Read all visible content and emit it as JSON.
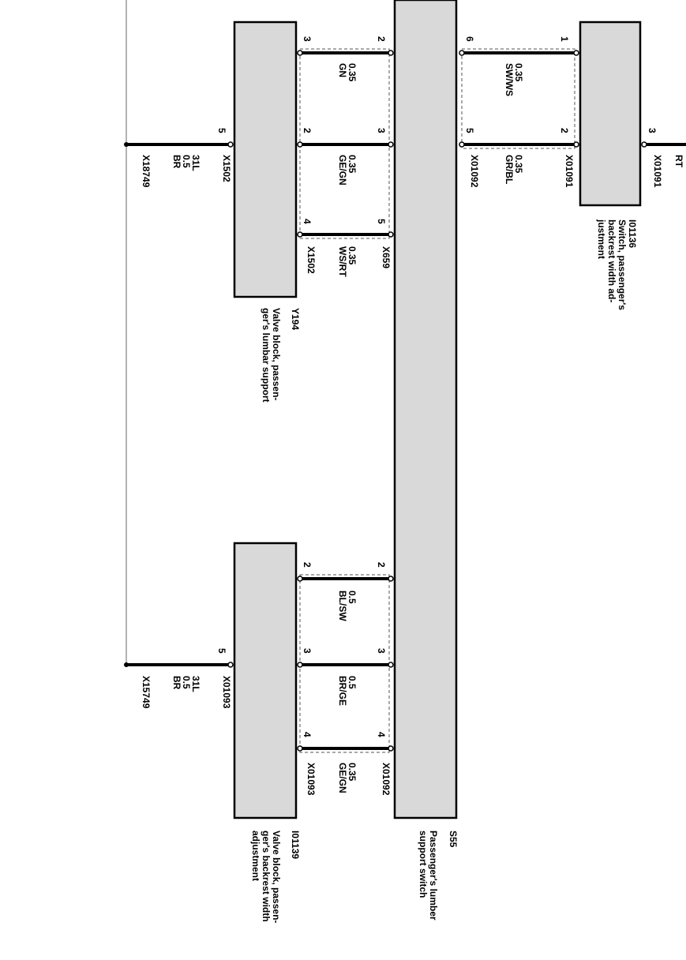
{
  "components": {
    "s55": {
      "id": "S55",
      "name_lines": [
        "Passenger's lumber",
        "support switch"
      ]
    },
    "i01136": {
      "id": "I01136",
      "name_lines": [
        "Switch, passenger's",
        "backrest width ad-",
        "justment"
      ]
    },
    "y194": {
      "id": "Y194",
      "name_lines": [
        "Valve block, passen-",
        "ger's lumbar support"
      ]
    },
    "i01139": {
      "id": "I01139",
      "name_lines": [
        "Valve block, passen-",
        "ger's backrest width",
        "adjustment"
      ]
    }
  },
  "top_wires": {
    "sw_ws": {
      "pin_a": "1",
      "pin_b": "6",
      "spec": "0.35",
      "color": "SW/WS"
    },
    "gr_bl": {
      "pin_a": "2",
      "pin_b": "5",
      "spec": "0.35",
      "color": "GR/BL",
      "conn_a": "X01091",
      "conn_b": "X01092"
    },
    "rt": {
      "pin": "3",
      "color": "RT",
      "conn": "X01091"
    },
    "gn": {
      "pin_a": "2",
      "pin_b": "3",
      "spec": "0.35",
      "color": "GN"
    },
    "ge_gn": {
      "pin_a": "3",
      "pin_b": "2",
      "spec": "0.35",
      "color": "GE/GN"
    },
    "ws_rt": {
      "pin_a": "5",
      "pin_b": "4",
      "spec": "0.35",
      "color": "WS/RT",
      "conn_a": "X659",
      "conn_b": "X1502"
    },
    "gnd1": {
      "pin": "5",
      "conn": "X1502",
      "label": "31L",
      "spec": "0.5",
      "color": "BR",
      "splice": "X18749"
    }
  },
  "bottom_wires": {
    "bl_sw": {
      "pin_a": "2",
      "pin_b": "2",
      "spec": "0.5",
      "color": "BL/SW"
    },
    "br_ge": {
      "pin_a": "3",
      "pin_b": "3",
      "spec": "0.5",
      "color": "BR/GE"
    },
    "ge_gn": {
      "pin_a": "4",
      "pin_b": "4",
      "spec": "0.35",
      "color": "GE/GN",
      "conn_a": "X01092",
      "conn_b": "X01093"
    },
    "gnd2": {
      "pin": "5",
      "conn": "X01093",
      "label": "31L",
      "spec": "0.5",
      "color": "BR",
      "splice": "X15749"
    }
  }
}
